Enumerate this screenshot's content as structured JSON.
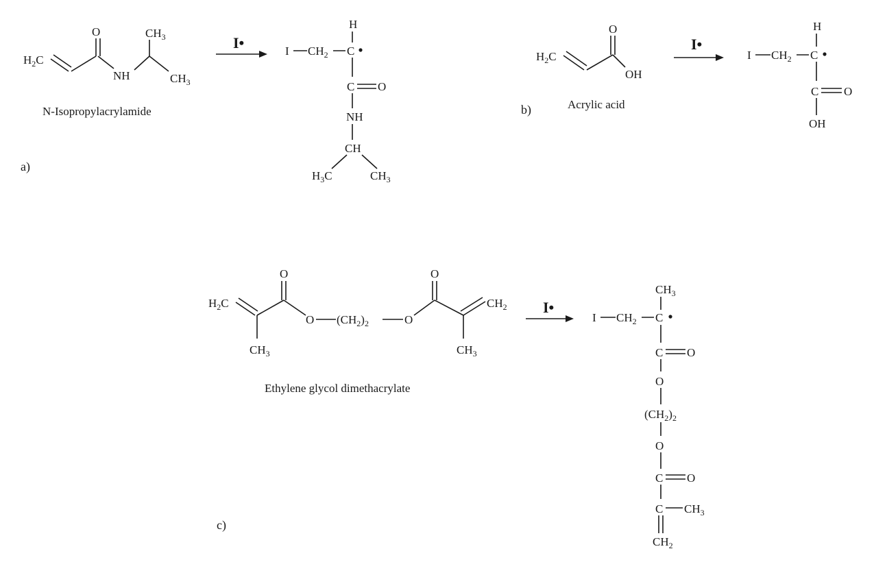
{
  "colors": {
    "ink": "#1a1a1a",
    "background": "#ffffff"
  },
  "panels": {
    "a": {
      "label": "a)",
      "monomer_name": "N-Isopropylacrylamide",
      "initiator": "I•",
      "monomer_atoms": {
        "h2c": "H",
        "o": "O",
        "nh": "NH",
        "ch3_top": "CH",
        "ch3_bottom": "CH"
      },
      "radical_atoms": {
        "h": "H",
        "i": "I",
        "ch2": "CH",
        "c": "C",
        "o": "O",
        "nh": "NH",
        "ch": "CH",
        "h3c": "H",
        "ch3": "CH"
      }
    },
    "b": {
      "label": "b)",
      "monomer_name": "Acrylic acid",
      "initiator": "I•",
      "monomer_atoms": {
        "h2c": "H",
        "o": "O",
        "oh": "OH"
      },
      "radical_atoms": {
        "h": "H",
        "i": "I",
        "ch2": "CH",
        "c": "C",
        "o": "O",
        "oh": "OH"
      }
    },
    "c": {
      "label": "c)",
      "monomer_name": "Ethylene glycol dimethacrylate",
      "initiator": "I•",
      "monomer_atoms": {
        "h2c": "H",
        "o_left": "O",
        "o_right": "O",
        "o_ester_left": "O",
        "ch2_bridge": "(CH",
        "o_ester_right": "O",
        "ch2_right": "CH",
        "ch3_left": "CH",
        "ch3_right": "CH"
      },
      "radical_atoms": {
        "ch3_top": "CH",
        "i": "I",
        "ch2": "CH",
        "c": "C",
        "c_carbonyl1": "C",
        "o1": "O",
        "o_ester1": "O",
        "ch2_bridge": "(CH",
        "o_ester2": "O",
        "c_carbonyl2": "C",
        "o2": "O",
        "c_alkene": "C",
        "ch3": "CH",
        "ch2_terminal": "CH"
      }
    }
  },
  "subscripts": {
    "two": "2",
    "three": "3",
    "close_two": ")"
  }
}
